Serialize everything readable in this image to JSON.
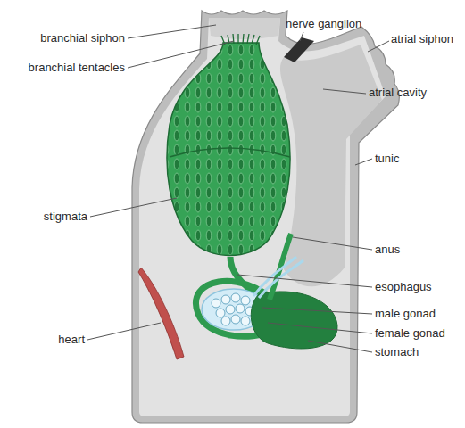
{
  "diagram": {
    "labels": [
      "branchial siphon",
      "nerve ganglion",
      "branchial tentacles",
      "atrial siphon",
      "atrial cavity",
      "tunic",
      "stigmata",
      "anus",
      "esophagus",
      "male gonad",
      "female gonad",
      "heart",
      "stomach"
    ]
  }
}
